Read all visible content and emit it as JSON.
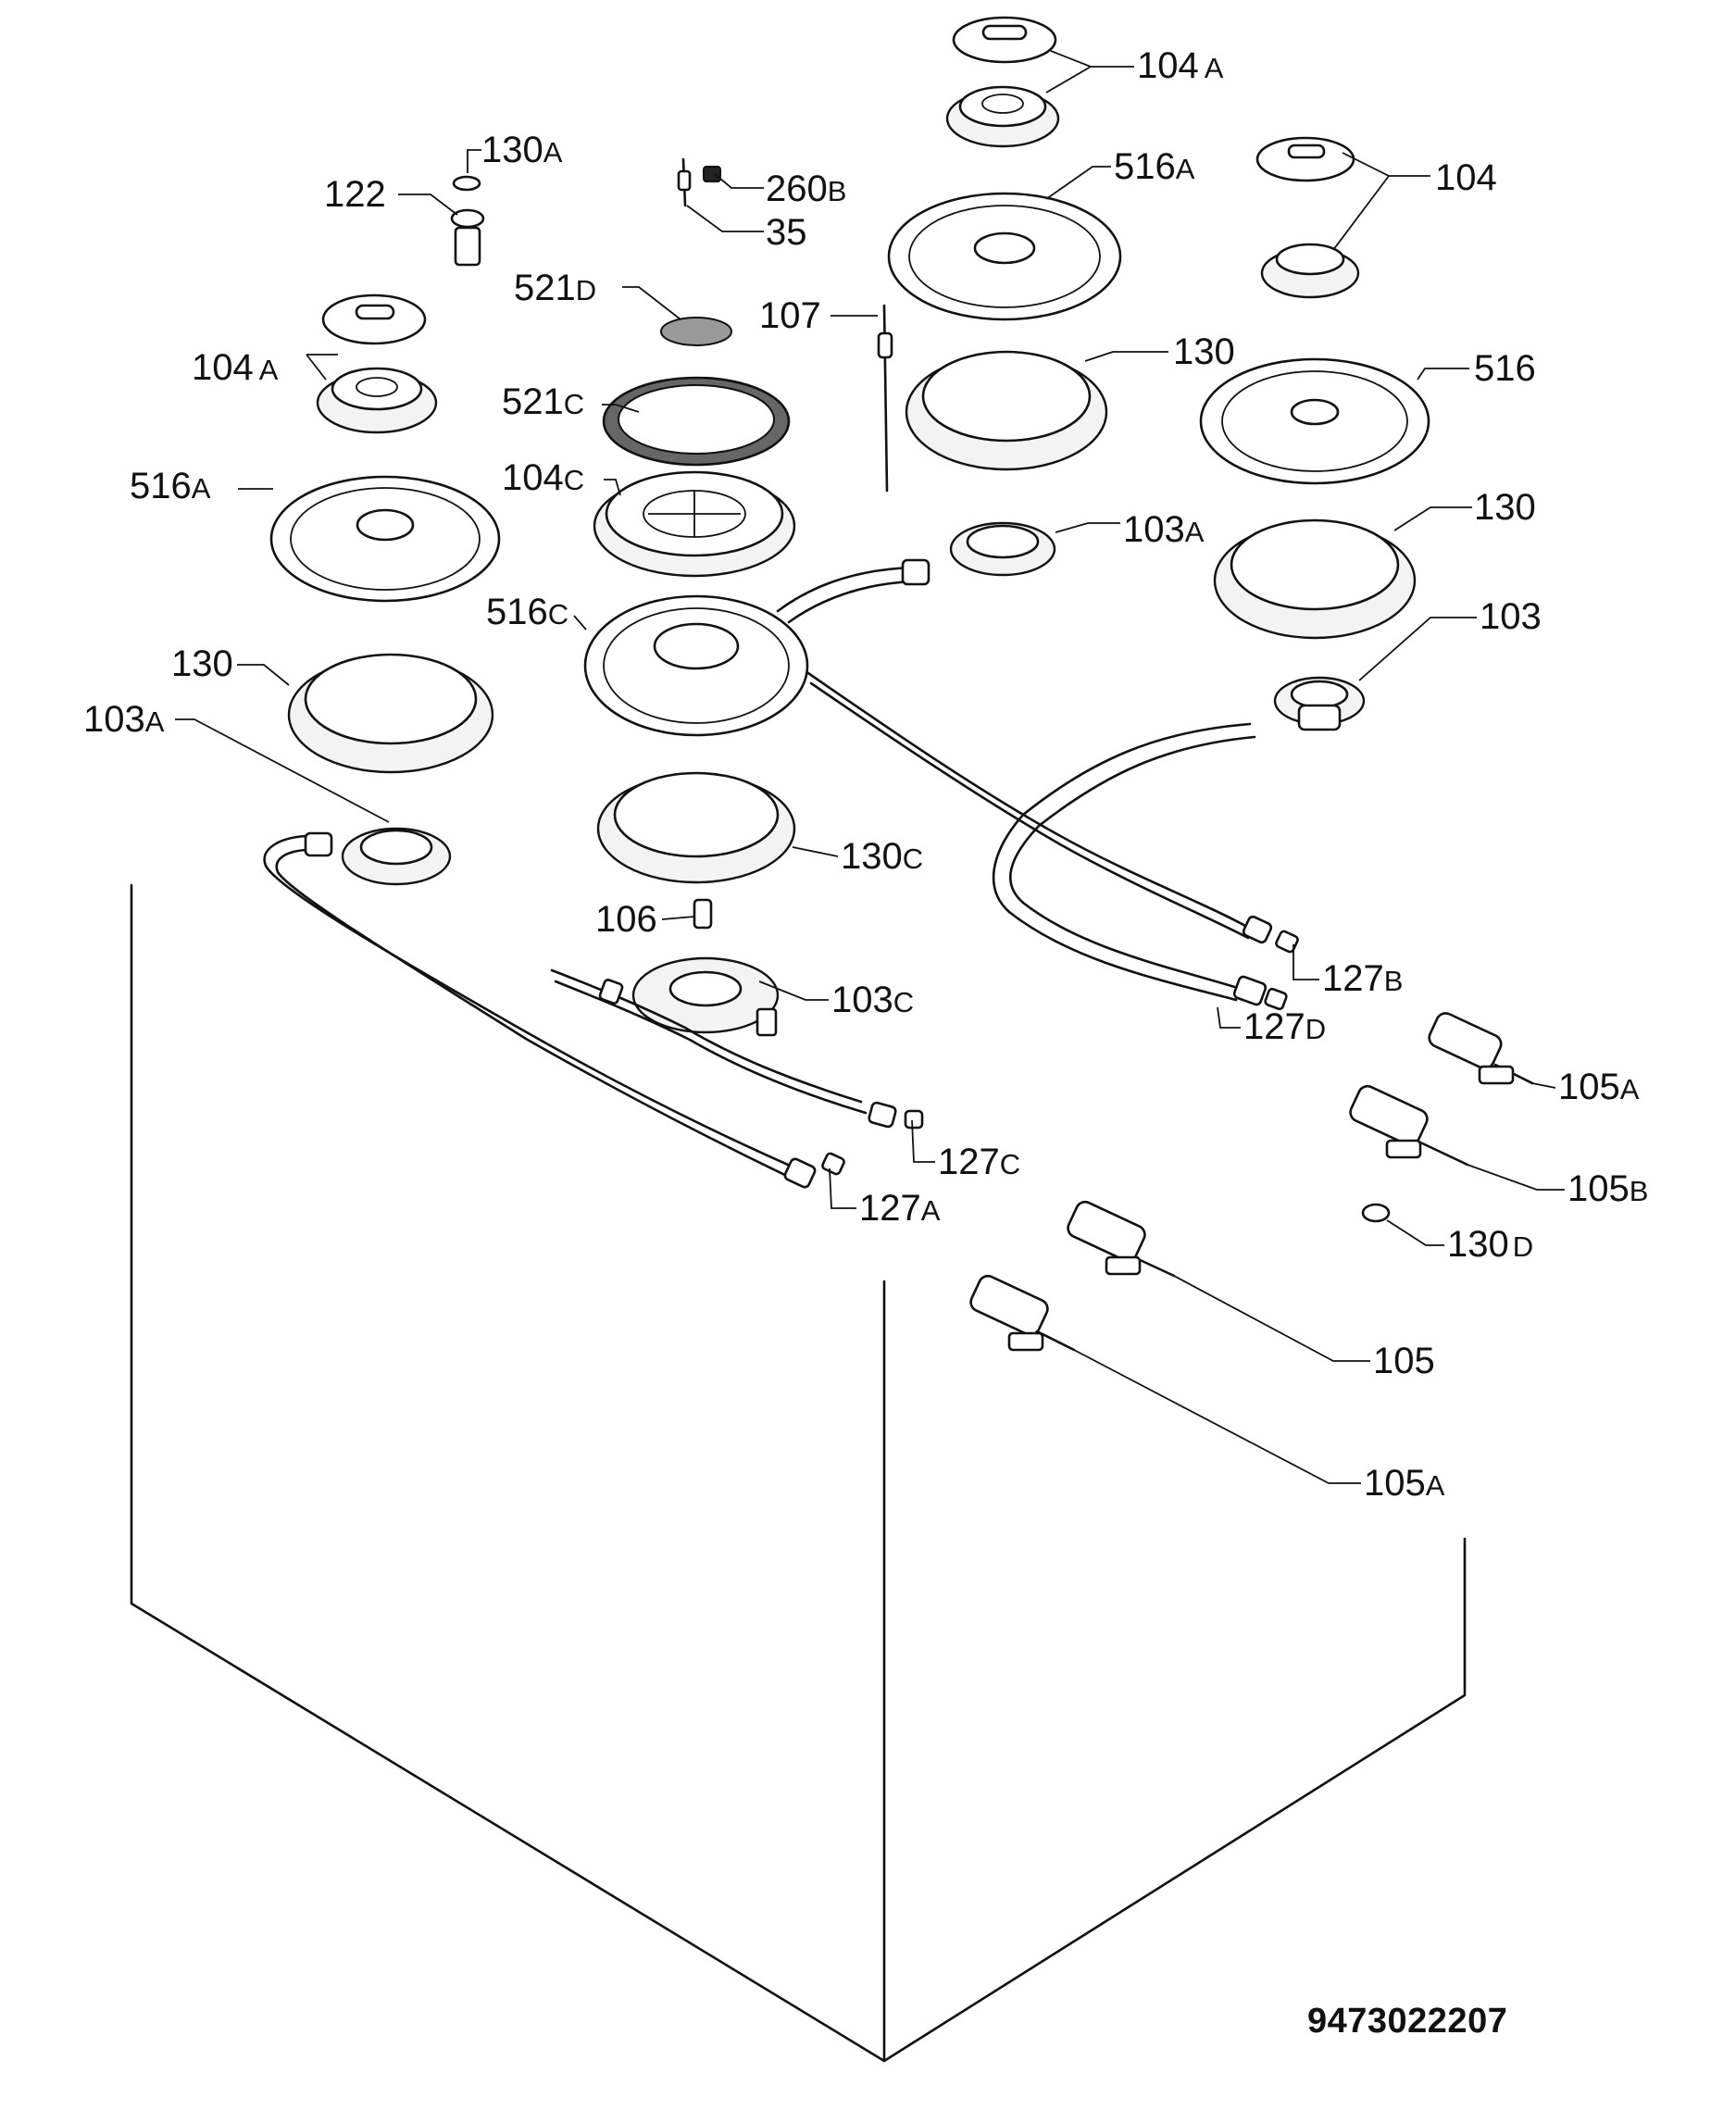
{
  "document_number": "9473022207",
  "callouts": [
    {
      "id": "c-104a-top",
      "num": "104",
      "suffix": "A"
    },
    {
      "id": "c-130a",
      "num": "130",
      "suffix": "A"
    },
    {
      "id": "c-122",
      "num": "122",
      "suffix": ""
    },
    {
      "id": "c-260b",
      "num": "260",
      "suffix": "B"
    },
    {
      "id": "c-35",
      "num": "35",
      "suffix": ""
    },
    {
      "id": "c-516a-top",
      "num": "516",
      "suffix": "A"
    },
    {
      "id": "c-104",
      "num": "104",
      "suffix": ""
    },
    {
      "id": "c-521d",
      "num": "521",
      "suffix": "D"
    },
    {
      "id": "c-107",
      "num": "107",
      "suffix": ""
    },
    {
      "id": "c-130-center",
      "num": "130",
      "suffix": ""
    },
    {
      "id": "c-516",
      "num": "516",
      "suffix": ""
    },
    {
      "id": "c-104a-left",
      "num": "104",
      "suffix": "A"
    },
    {
      "id": "c-521c",
      "num": "521",
      "suffix": "C"
    },
    {
      "id": "c-104c",
      "num": "104",
      "suffix": "C"
    },
    {
      "id": "c-516a-left",
      "num": "516",
      "suffix": "A"
    },
    {
      "id": "c-103a-center",
      "num": "103",
      "suffix": "A"
    },
    {
      "id": "c-130-right",
      "num": "130",
      "suffix": ""
    },
    {
      "id": "c-516c",
      "num": "516",
      "suffix": "C"
    },
    {
      "id": "c-103",
      "num": "103",
      "suffix": ""
    },
    {
      "id": "c-130-left",
      "num": "130",
      "suffix": ""
    },
    {
      "id": "c-103a-left",
      "num": "103",
      "suffix": "A"
    },
    {
      "id": "c-130c",
      "num": "130",
      "suffix": "C"
    },
    {
      "id": "c-106",
      "num": "106",
      "suffix": ""
    },
    {
      "id": "c-127b",
      "num": "127",
      "suffix": "B"
    },
    {
      "id": "c-103c",
      "num": "103",
      "suffix": "C"
    },
    {
      "id": "c-127d",
      "num": "127",
      "suffix": "D"
    },
    {
      "id": "c-105a-right",
      "num": "105",
      "suffix": "A"
    },
    {
      "id": "c-127c",
      "num": "127",
      "suffix": "C"
    },
    {
      "id": "c-105b",
      "num": "105",
      "suffix": "B"
    },
    {
      "id": "c-127a",
      "num": "127",
      "suffix": "A"
    },
    {
      "id": "c-130d",
      "num": "130",
      "suffix": "D"
    },
    {
      "id": "c-105",
      "num": "105",
      "suffix": ""
    },
    {
      "id": "c-105a-bottom",
      "num": "105",
      "suffix": "A"
    }
  ]
}
